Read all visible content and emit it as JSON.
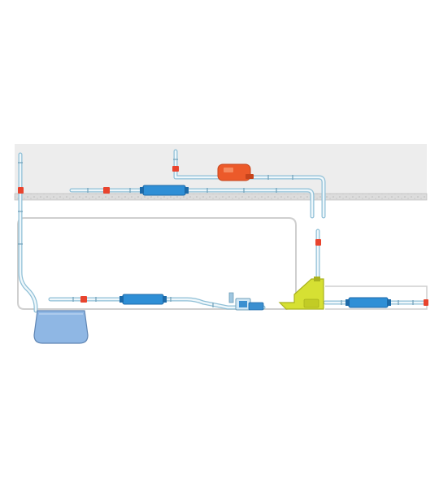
{
  "colors": {
    "background": "#ffffff",
    "ceiling_void": "#ededed",
    "slab_fill": "#dcdcdc",
    "slab_line": "#b7b7b7",
    "pipe_fill": "#eef7fb",
    "pipe_stroke": "#8fbfd6",
    "pipe_joint": "#6f9fb8",
    "filter_blue": "#2f8fd6",
    "filter_dark": "#1d6aa8",
    "valve_red": "#e8442e",
    "pump_orange": "#ec5a2a",
    "pump_orange_dark": "#c6441c",
    "unit_outline": "#cfcfcf",
    "tank_blue": "#8fb7e4",
    "tank_outline": "#5f85b3",
    "yellow_unit": "#d6e033",
    "yellow_unit_dark": "#a9b21e",
    "pump_blue": "#3b8fd0"
  },
  "components": [
    {
      "name": "inline-filter-icon",
      "kind": "filter",
      "location": "ceiling"
    },
    {
      "name": "inline-filter-icon",
      "kind": "filter",
      "location": "room-floor"
    },
    {
      "name": "inline-filter-icon",
      "kind": "filter",
      "location": "right-room"
    },
    {
      "name": "condensate-pump-icon",
      "kind": "pump",
      "location": "ceiling"
    },
    {
      "name": "drain-tank-icon",
      "kind": "tank",
      "location": "room-left"
    },
    {
      "name": "mini-pump-icon",
      "kind": "pump",
      "location": "room-floor"
    },
    {
      "name": "floor-pump-unit-icon",
      "kind": "pump",
      "location": "room-right"
    }
  ]
}
